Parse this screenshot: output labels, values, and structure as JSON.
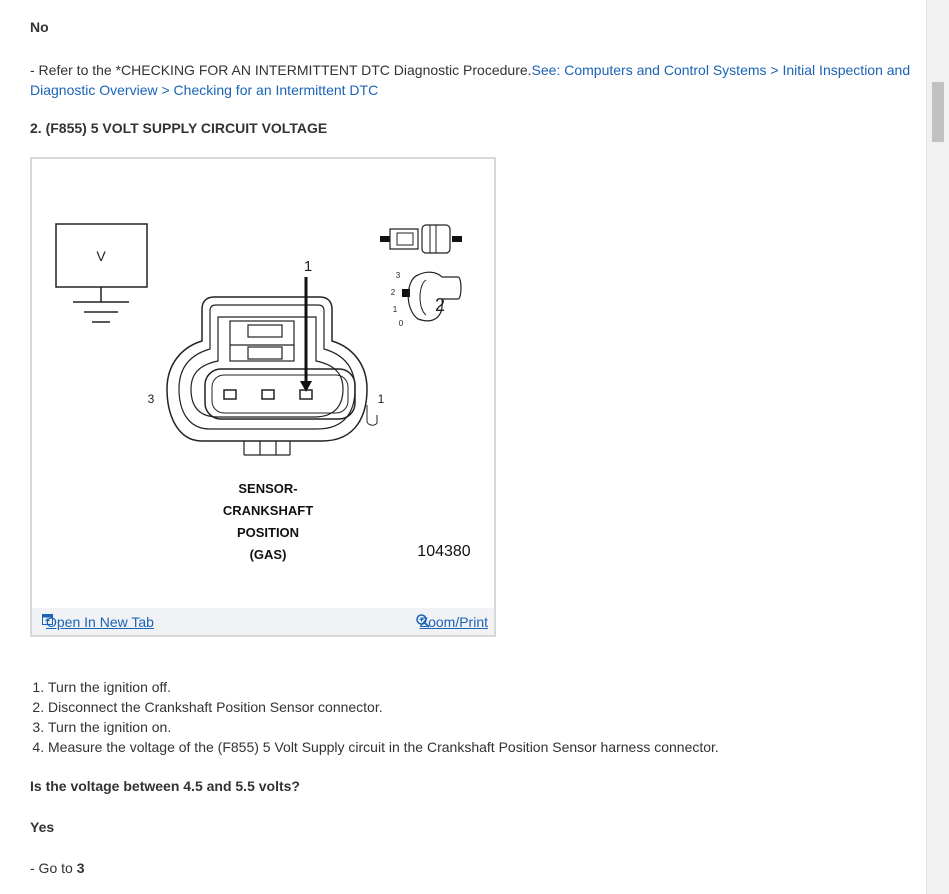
{
  "no_heading": "No",
  "refer": {
    "prefix": " -  Refer to the *CHECKING FOR AN INTERMITTENT DTC Diagnostic Procedure.",
    "link": "See: Computers and Control Systems > Initial Inspection and Diagnostic Overview > Checking for an Intermittent DTC"
  },
  "step_title": "2. (F855) 5 VOLT SUPPLY CIRCUIT VOLTAGE",
  "figure": {
    "meter_label": "V",
    "callout_number": "1",
    "pin_left": "3",
    "pin_right": "1",
    "key_positions": [
      "3",
      "2",
      "1",
      "0"
    ],
    "key_label": "2",
    "caption_lines": [
      "SENSOR-",
      "CRANKSHAFT",
      "POSITION",
      "(GAS)"
    ],
    "figure_id": "104380",
    "open_tab_label": "Open In New Tab",
    "zoom_label": "Zoom/Print"
  },
  "steps": [
    "Turn the ignition off.",
    "Disconnect the Crankshaft Position Sensor connector.",
    "Turn the ignition on.",
    "Measure the voltage of the (F855) 5 Volt Supply circuit in the Crankshaft Position Sensor harness connector."
  ],
  "question": "Is the voltage between 4.5 and 5.5 volts?",
  "yes_heading": "Yes",
  "goto": {
    "prefix": " -  Go to ",
    "target": "3"
  }
}
